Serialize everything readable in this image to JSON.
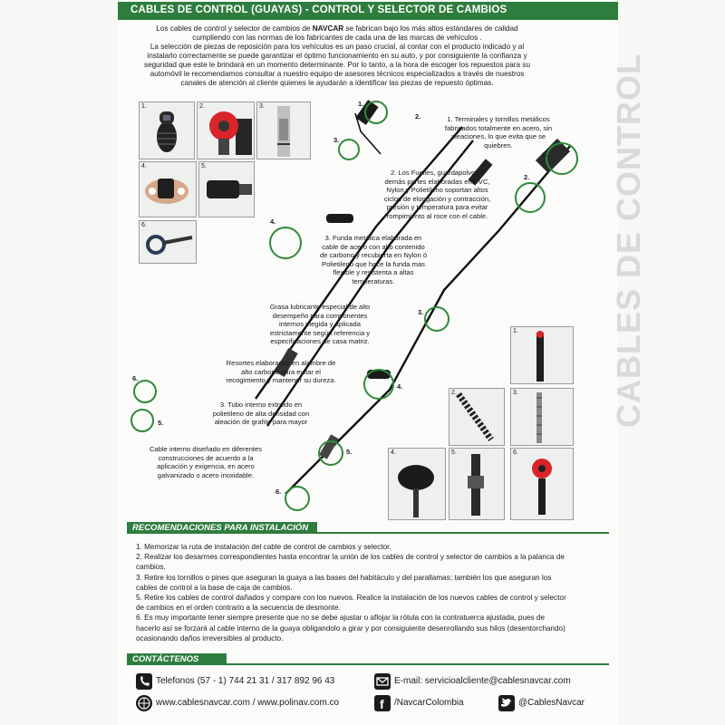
{
  "header": {
    "title": "CABLES DE CONTROL (GUAYAS) - CONTROL Y SELECTOR DE CAMBIOS"
  },
  "intro": {
    "line1_a": "Los cables de control y selector de cambios de ",
    "brand": "NAVCAR",
    "line1_b": " se fabrican bajo los más altos estándares de calidad",
    "line2": "cumpliendo con las normas de los fabricantes de cada una de las marcas de vehículos .",
    "line3": "La selección de piezas de reposición para los vehículos  es un paso crucial, al contar con el producto indicado y al",
    "line4": "instalarlo correctamente se puede garantizar el óptimo funcionamiento en su auto, y por consiguiente la confianza y",
    "line5": "seguridad que este le brindará en un momento determinante. Por lo tanto, a la hora de escoger los repuestos para su",
    "line6": "automóvil  le recomendamos consultar a nuestro equipo de asesores técnicos especializados a través de nuestros",
    "line7": "canales de atención al cliente quienes le ayudarán a identificar las piezas de repuesto óptimas."
  },
  "vertical_text": "CABLES DE CONTROL",
  "thumbs_left": [
    "1.",
    "2.",
    "3.",
    "4.",
    "5.",
    "6."
  ],
  "thumbs_right": [
    "1.",
    "2.",
    "3.",
    "4.",
    "5.",
    "6."
  ],
  "callouts": {
    "c1": [
      "1. Terminales y tornillos metálicos",
      "fabricados totalmente en acero, sin",
      "aleaciones, lo que evita que se",
      "quiebren."
    ],
    "c2": [
      "2. Los Fuelles, guardapolvos y",
      "demás partes elaboradas en PVC,",
      "Nylon y Polietileno soportan altos",
      "ciclos de elongación y contracción,",
      "presión y temperatura para evitar",
      "rompimiento al roce con el cable."
    ],
    "c3": [
      "3. Funda metálica elaborada en",
      "cable de acero con alto contenido",
      "de carbono y recubierta en Nylon ó",
      "Polietileno que hace la funda mas",
      "flexible y resistenta a altas",
      "temperaturas."
    ],
    "c4": [
      "Grasa lubricante especial de alto",
      "desempeño para componentes",
      "internos elegida y aplicada",
      "estrictamente según referencia y",
      "especificaciones de casa matriz."
    ],
    "c5": [
      "Resortes elaborados en alambre de",
      "alto carbono para evitar el",
      "recogimiento y mantener su dureza."
    ],
    "c6": [
      "3. Tubo interno extruido en",
      "polietileno de alta densidad con",
      "aleación de grafito para mayor"
    ],
    "c7": [
      "Cable interno diseñado en diferentes",
      "construcciones de acuerdo a la",
      "aplicación y exigencia, en acero",
      "galvanizado o acero inoxidable."
    ]
  },
  "circle_numbers": {
    "l1": "1.",
    "l2": "2.",
    "l3": "3.",
    "l4": "4.",
    "l5": "5.",
    "l6": "6.",
    "r1": "1.",
    "r2": "2.",
    "r3": "3.",
    "r4": "4.",
    "r5": "5.",
    "r6": "6."
  },
  "install": {
    "title": "RECOMENDACIONES PARA INSTALACIÓN",
    "steps": [
      "1. Memorizar la ruta de instalación del cable de control de cambios y selector.",
      "2. Realizar los desarmes correspondientes hasta encontrar la unión de los cables de control y selector de cambios a la palanca de",
      "cambios.",
      "3. Retire los tornillos o pines que aseguran la guaya a las bases del habitáculo y del parallamas; también los que aseguran los",
      "cables de control a la base de caja de cambios.",
      "5. Retire los cables de control dañados y compare con los nuevos. Realice la instalación de los nuevos cables de control y selector",
      "de cambios en el orden contrario a la secuencia de desmonte.",
      "6. Es muy importante tener siempre presente que no se debe ajustar o aflojar la rótula con la contratuerca ajustada, pues de",
      "hacerlo así se forzará al cable interno de la guaya obligandolo a girar y por consiguiente desenrollando sus hilos (desentorchando)",
      "ocasionando daños irreversibles al producto."
    ]
  },
  "contact": {
    "title": "CONTÁCTENOS",
    "phone": "Telefonos (57 - 1) 744 21 31 / 317 892 96 43",
    "email": "E-mail: servicioalcliente@cablesnavcar.com",
    "web": "www.cablesnavcar.com / www.polinav.com.co",
    "facebook": "/NavcarColombia",
    "twitter": "@CablesNavcar"
  },
  "colors": {
    "brand_green": "#2f7d3e",
    "ring_green": "#2f8a3a",
    "thumb_red": "#d8242a"
  }
}
